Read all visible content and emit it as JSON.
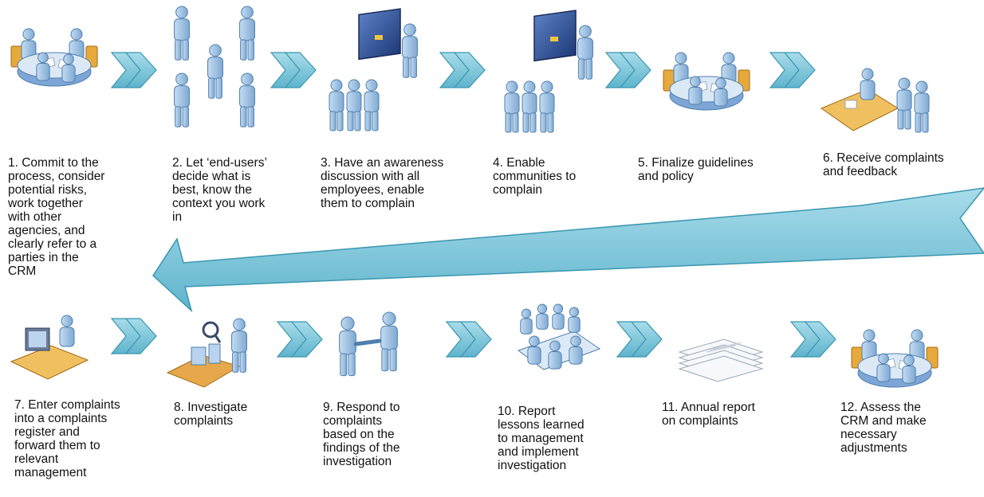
{
  "steps": [
    {
      "label": "1. Commit to the\nprocess, consider\npotential risks,\nwork together\nwith other\nagencies, and\nclearly refer to a\nparties in the\nCRM",
      "icon": "meeting-table-icon"
    },
    {
      "label": "2. Let ‘end-users’\ndecide what is\nbest, know the\ncontext you work\nin",
      "icon": "scattered-people-icon"
    },
    {
      "label": "3. Have an awareness\ndiscussion with all\nemployees, enable\nthem to complain",
      "icon": "presenter-audience-icon"
    },
    {
      "label": "4. Enable\ncommunities to\ncomplain",
      "icon": "presenter-audience-icon"
    },
    {
      "label": "5. Finalize guidelines\nand policy",
      "icon": "meeting-table-icon"
    },
    {
      "label": "6. Receive complaints\nand feedback",
      "icon": "desk-visitors-icon"
    },
    {
      "label": "7. Enter complaints\ninto a complaints\nregister and\nforward them to\nrelevant\nmanagement",
      "icon": "computer-user-icon"
    },
    {
      "label": "8. Investigate\ncomplaints",
      "icon": "investigator-magnifier-icon"
    },
    {
      "label": "9. Respond to\ncomplaints\nbased on the\nfindings of the\ninvestigation",
      "icon": "handshake-icon"
    },
    {
      "label": "10. Report\nlessons learned\nto management\nand implement\ninvestigation",
      "icon": "boardroom-icon"
    },
    {
      "label": "11. Annual report\non complaints",
      "icon": "document-stack-icon"
    },
    {
      "label": "12. Assess the\nCRM and make\nnecessary\nadjustments",
      "icon": "meeting-table-icon"
    }
  ],
  "colors": {
    "arrow_fill": "#7cc6da",
    "arrow_stroke": "#3a97b0",
    "person_fill": "#9cc3e4",
    "person_stroke": "#4f7fae",
    "table_fill": "#e8a93c",
    "text": "#111111"
  }
}
